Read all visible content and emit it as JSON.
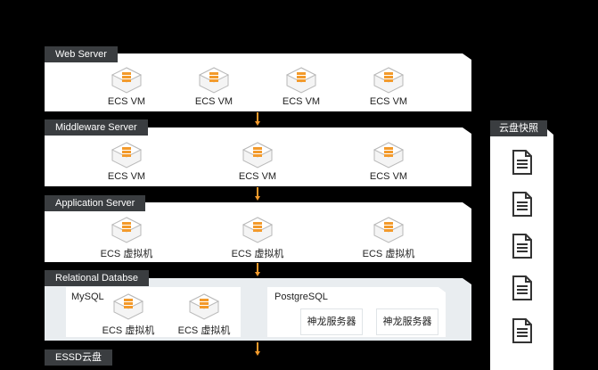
{
  "layers": [
    {
      "title": "Web Server",
      "nodes": [
        "ECS VM",
        "ECS VM",
        "ECS VM",
        "ECS VM"
      ]
    },
    {
      "title": "Middleware Server",
      "nodes": [
        "ECS VM",
        "ECS VM",
        "ECS VM"
      ]
    },
    {
      "title": "Application Server",
      "nodes": [
        "ECS 虚拟机",
        "ECS 虚拟机",
        "ECS 虚拟机"
      ]
    },
    {
      "title": "Relational Databse",
      "mysql": {
        "label": "MySQL",
        "nodes": [
          "ECS 虚拟机",
          "ECS 虚拟机"
        ]
      },
      "postgresql": {
        "label": "PostgreSQL",
        "nodes": [
          "神龙服务器",
          "神龙服务器"
        ]
      }
    },
    {
      "title": "ESSD云盘"
    }
  ],
  "snapshot": {
    "title": "云盘快照",
    "count": 5
  },
  "colors": {
    "accent": "#f39a2b",
    "tag_bg": "#3a3d40",
    "background": "#000000"
  }
}
